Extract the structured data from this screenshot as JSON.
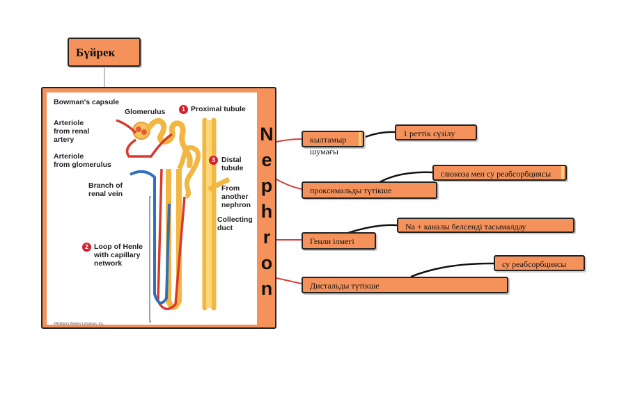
{
  "root": {
    "label": "Бүйрек"
  },
  "card": {
    "vertical_word": [
      "N",
      "e",
      "p",
      "h",
      "r",
      "o",
      "n"
    ],
    "image_labels": {
      "bowman": "Bowman's capsule",
      "glomerulus": "Glomerulus",
      "proximal": "Proximal tubule",
      "arteriole_renal": "Arteriole\nfrom renal\nartery",
      "arteriole_glom": "Arteriole\nfrom glomerulus",
      "distal": "Distal\ntubule",
      "renal_vein": "Branch of\nrenal vein",
      "from_nephron": "From\nanother\nnephron",
      "collecting": "Collecting\nduct",
      "loop": "Loop of Henle\nwith capillary\nnetwork",
      "copyright": "©Addison Wesley Longman, Inc."
    },
    "badges": [
      "1",
      "2",
      "3"
    ]
  },
  "branches": [
    {
      "label": "кылтамыр",
      "overflow": "шумағы",
      "detail": "1 реттік сүзілу"
    },
    {
      "label": "проксимальды түтікше",
      "detail": "глюкоза мен су реабсорбциясы"
    },
    {
      "label": "Генли ілмегі",
      "detail": "Na + каналы белсенді тасымалдау"
    },
    {
      "label": "Дистальды түтікше",
      "detail": "су реабсорбциясы"
    }
  ]
}
